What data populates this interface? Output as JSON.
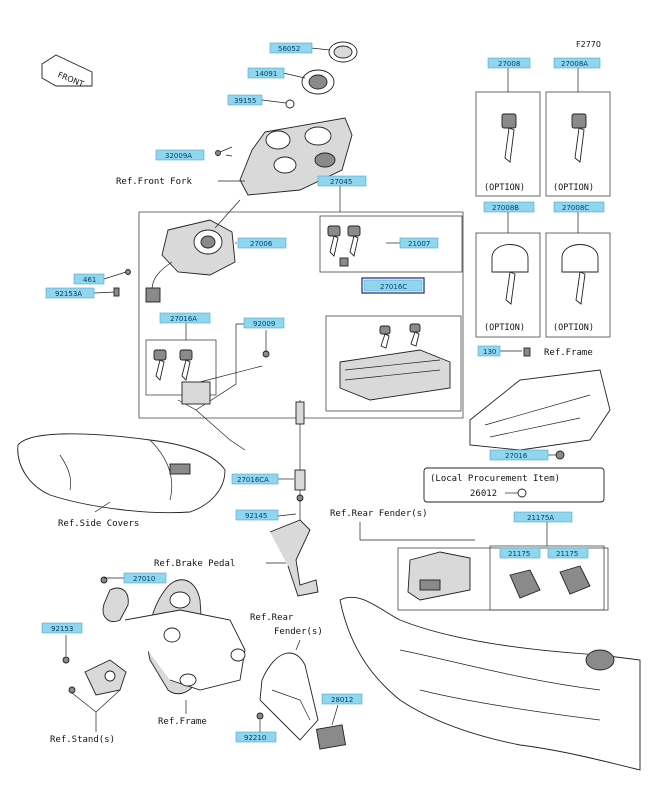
{
  "figure_code": "F2770",
  "front_arrow": "FRONT",
  "callouts": {
    "c56052": "56052",
    "c14091": "14091",
    "c39155": "39155",
    "c32009a": "32009A",
    "c27045": "27045",
    "c27006": "27006",
    "c21007": "21007",
    "c461": "461",
    "c92153a": "92153A",
    "c27016c": "27016C",
    "c27016a": "27016A",
    "c92009": "92009",
    "c27008": "27008",
    "c27008a": "27008A",
    "c27008b": "27008B",
    "c27008c": "27008C",
    "c130": "130",
    "c27016": "27016",
    "c27016ca": "27016CA",
    "c92145": "92145",
    "c21175a": "21175A",
    "c21175_1": "21175",
    "c21175_2": "21175",
    "c27010": "27010",
    "c92153": "92153",
    "c28012": "28012",
    "c92210": "92210"
  },
  "refs": {
    "front_fork": "Ref.Front Fork",
    "frame_right": "Ref.Frame",
    "side_covers": "Ref.Side Covers",
    "rear_fender_top": "Ref.Rear Fender(s)",
    "brake_pedal": "Ref.Brake Pedal",
    "rear_fender_mid_1": "Ref.Rear",
    "rear_fender_mid_2": "Fender(s)",
    "stand": "Ref.Stand(s)",
    "frame_bottom": "Ref.Frame"
  },
  "options": {
    "o1": "(OPTION)",
    "o2": "(OPTION)",
    "o3": "(OPTION)",
    "o4": "(OPTION)"
  },
  "local_procurement": {
    "title": "(Local Procurement Item)",
    "code": "26012"
  }
}
